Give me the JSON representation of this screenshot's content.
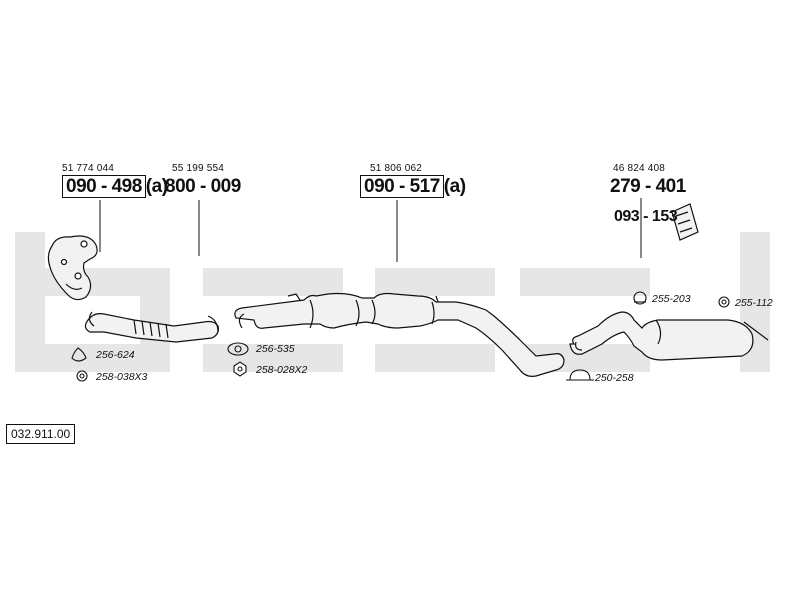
{
  "diagram_number": "032.911.00",
  "parts": {
    "p1": {
      "oem": "51 774 044",
      "code": "090 - 498",
      "suffix": "(a)"
    },
    "p2": {
      "oem": "55 199 554",
      "code": "800 - 009"
    },
    "p3": {
      "oem": "51 806 062",
      "code": "090 - 517",
      "suffix": "(a)"
    },
    "p4": {
      "oem": "46 824 408",
      "code": "279 - 401"
    },
    "p5": {
      "code": "093 - 153"
    }
  },
  "accessories": {
    "a1": "256-624",
    "a2": "258-038X3",
    "a3": "256-535",
    "a4": "258-028X2",
    "a5": "255-203",
    "a6": "255-112",
    "a7": "250-258"
  },
  "colors": {
    "watermark": "#e6e6e6",
    "line": "#111111",
    "part_fill": "#f2f2f2"
  }
}
